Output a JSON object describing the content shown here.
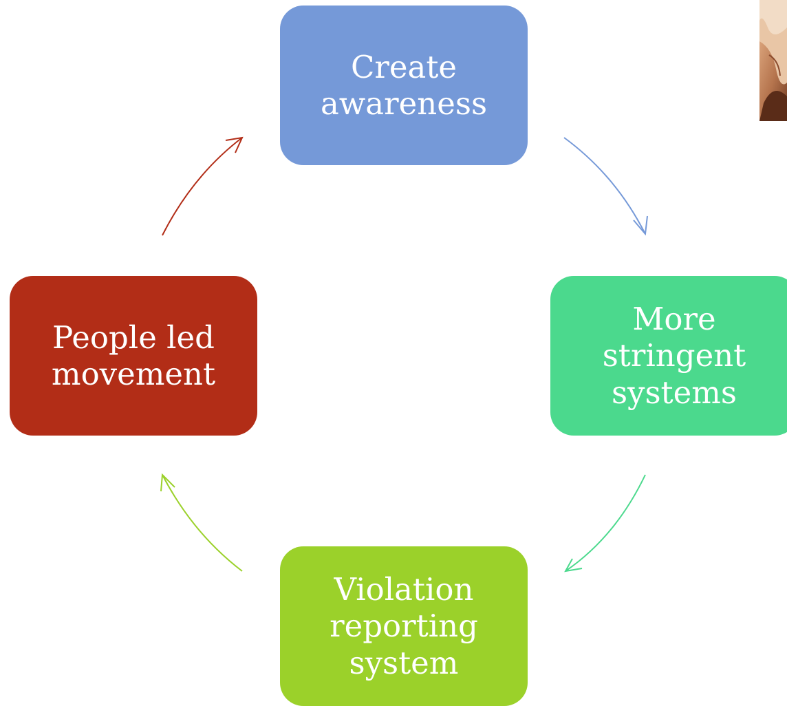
{
  "diagram": {
    "nodes": [
      {
        "id": "top",
        "label": "Create awareness",
        "lines": [
          "Create",
          "awareness"
        ],
        "color": "#7599D8"
      },
      {
        "id": "right",
        "label": "More stringent systems",
        "lines": [
          "More",
          "stringent",
          "systems"
        ],
        "color": "#4BD98D"
      },
      {
        "id": "bottom",
        "label": "Violation reporting system",
        "lines": [
          "Violation",
          "reporting",
          "system"
        ],
        "color": "#9BD12A"
      },
      {
        "id": "left",
        "label": "People led movement",
        "lines": [
          "People led",
          "movement"
        ],
        "color": "#B22D17"
      }
    ],
    "edges": [
      {
        "from": "top",
        "to": "right",
        "color": "#7599D8"
      },
      {
        "from": "right",
        "to": "bottom",
        "color": "#4BD98D"
      },
      {
        "from": "bottom",
        "to": "left",
        "color": "#9BD12A"
      },
      {
        "from": "left",
        "to": "top",
        "color": "#B22D17"
      }
    ]
  },
  "decor": {
    "photo_fragment": "photo-fragment"
  }
}
